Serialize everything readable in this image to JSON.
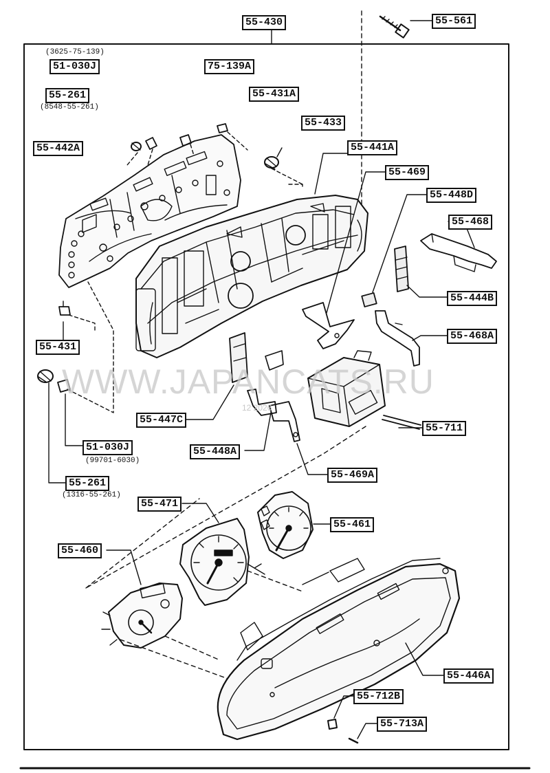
{
  "parts": {
    "p55_430": "55-430",
    "p55_561": "55-561",
    "p51_030j_top": "51-030J",
    "p51_030j_top_sub": "(3625-75-139)",
    "p75_139a": "75-139A",
    "p55_261_top": "55-261",
    "p55_261_top_sub": "(8548-55-261)",
    "p55_431a": "55-431A",
    "p55_433": "55-433",
    "p55_442a": "55-442A",
    "p55_441a": "55-441A",
    "p55_469": "55-469",
    "p55_448d": "55-448D",
    "p55_468": "55-468",
    "p55_444b": "55-444B",
    "p55_468a": "55-468A",
    "p55_431": "55-431",
    "p55_447c": "55-447C",
    "p55_711": "55-711",
    "p55_448a": "55-448A",
    "p51_030j_bot": "51-030J",
    "p51_030j_bot_sub": "(99701-6030)",
    "p55_469a": "55-469A",
    "p55_261_bot": "55-261",
    "p55_261_bot_sub": "(1316-55-261)",
    "p55_471": "55-471",
    "p55_461": "55-461",
    "p55_460": "55-460",
    "p55_446a": "55-446A",
    "p55_712b": "55-712B",
    "p55_713a": "55-713A"
  },
  "watermark": "WWW.JAPANCATS.RU",
  "watermark_code": "12  2026"
}
